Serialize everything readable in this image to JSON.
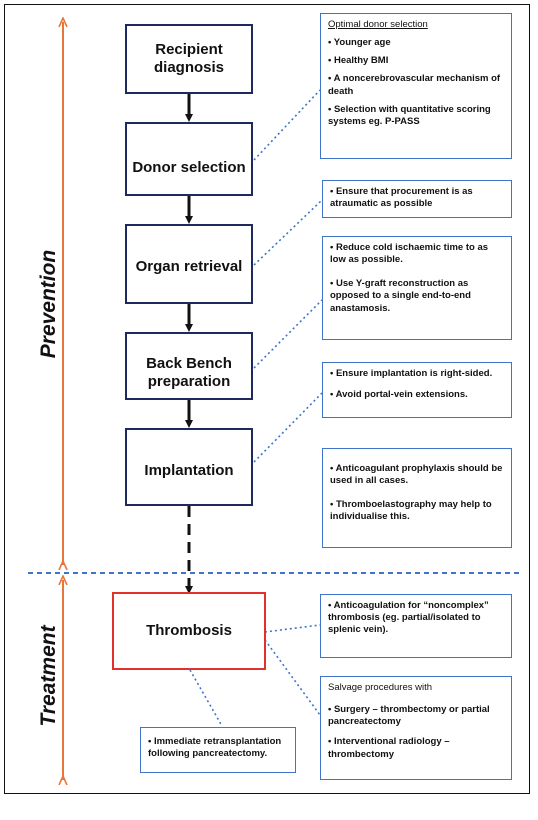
{
  "phases": {
    "prevention": "Prevention",
    "treatment": "Treatment"
  },
  "steps": {
    "recipient_diagnosis": "Recipient diagnosis",
    "donor_selection": "Donor selection",
    "organ_retrieval": "Organ retrieval",
    "back_bench": "Back Bench preparation",
    "implantation": "Implantation",
    "thrombosis": "Thrombosis"
  },
  "notes": {
    "donor": {
      "heading": "Optimal donor selection",
      "items": [
        "• Younger age",
        "• Healthy BMI",
        "• A noncerebrovascular mechanism of death",
        "• Selection with quantitative scoring systems eg. P-PASS"
      ]
    },
    "procurement": {
      "items": [
        "• Ensure that procurement is as atraumatic as possible"
      ]
    },
    "retrieval": {
      "items": [
        "• Reduce cold ischaemic time to as low as possible.",
        "• Use Y-graft reconstruction as opposed to a single end-to-end anastamosis."
      ]
    },
    "implant_side": {
      "items": [
        "• Ensure implantation is right-sided.",
        "• Avoid portal-vein extensions."
      ]
    },
    "anticoag_prophylaxis": {
      "items": [
        "• Anticoagulant prophylaxis should be used in all cases.",
        "• Thromboelastography may help to individualise this."
      ]
    },
    "anticoag_treatment": {
      "items": [
        "• Anticoagulation for “noncomplex” thrombosis (eg. partial/isolated to splenic vein)."
      ]
    },
    "salvage": {
      "heading": "Salvage procedures with",
      "items": [
        "• Surgery – thrombectomy or partial pancreatectomy",
        "• Interventional radiology – thrombectomy"
      ]
    },
    "retransplant": {
      "items": [
        "• Immediate retransplantation following pancreatectomy."
      ]
    }
  },
  "colors": {
    "step_border": "#1f2a5c",
    "thrombosis_border": "#e0312b",
    "note_border": "#3f74c9",
    "phase_arrow": "#e8763a",
    "divider": "#3f74c9"
  }
}
